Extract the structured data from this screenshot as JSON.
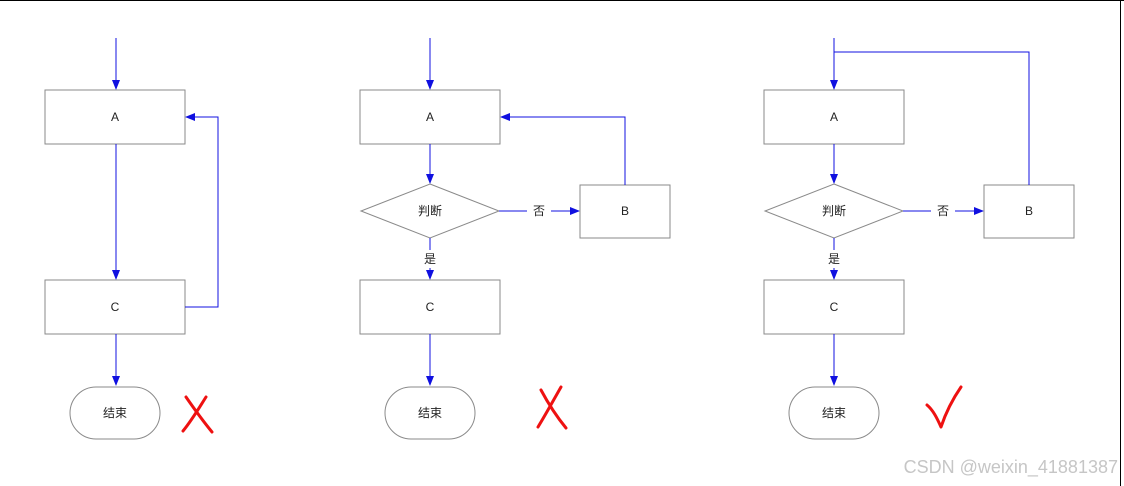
{
  "colors": {
    "edge": "#1010e0",
    "node_border": "#8a8a8a",
    "node_fill": "#ffffff",
    "frame": "#000000",
    "wrong_mark": "#ee1111",
    "right_mark": "#ee1111",
    "watermark": "#c6c6c6"
  },
  "diagrams": [
    {
      "name": "flow-1",
      "result": "wrong",
      "nodes": {
        "a": "A",
        "c": "C",
        "end": "结束"
      }
    },
    {
      "name": "flow-2",
      "result": "wrong",
      "nodes": {
        "a": "A",
        "decision": "判断",
        "b": "B",
        "c": "C",
        "end": "结束"
      },
      "edges": {
        "no": "否",
        "yes": "是"
      }
    },
    {
      "name": "flow-3",
      "result": "right",
      "nodes": {
        "a": "A",
        "decision": "判断",
        "b": "B",
        "c": "C",
        "end": "结束"
      },
      "edges": {
        "no": "否",
        "yes": "是"
      }
    }
  ],
  "watermark": "CSDN @weixin_41881387"
}
